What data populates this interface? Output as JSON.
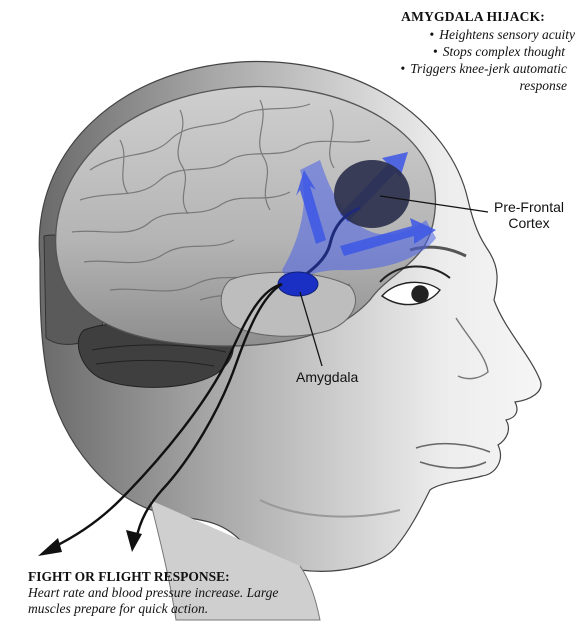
{
  "hijack": {
    "title": "AMYGDALA HIJACK:",
    "items": [
      "Heightens sensory acuity",
      "Stops complex thought",
      "Triggers knee-jerk automatic response"
    ],
    "bullet": "•"
  },
  "labels": {
    "prefrontal": "Pre-Frontal Cortex",
    "amygdala": "Amygdala"
  },
  "fight": {
    "title": "FIGHT OR FLIGHT RESPONSE:",
    "description": "Heart rate and blood pressure increase.  Large muscles prepare for quick action."
  },
  "colors": {
    "signal_blue": "#4a63e8",
    "amygdala_blue": "#1a2fc4",
    "pfc_dark": "#2a2e4a"
  }
}
